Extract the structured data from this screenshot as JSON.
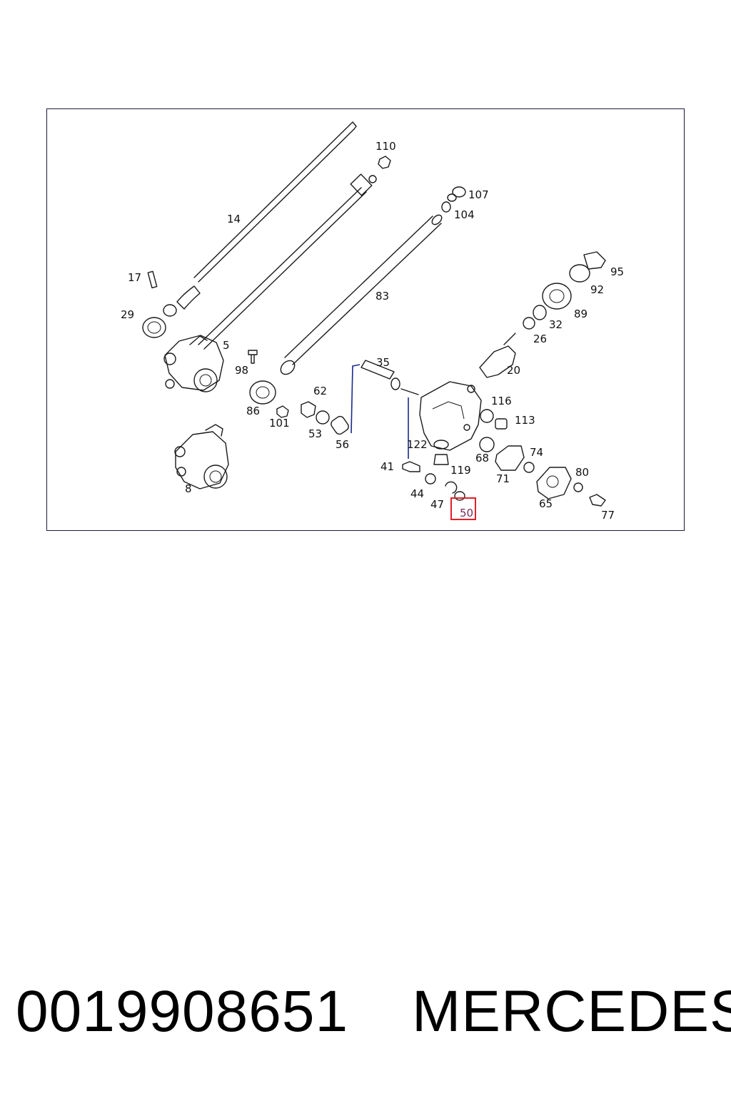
{
  "diagram": {
    "callouts": [
      "110",
      "14",
      "107",
      "104",
      "17",
      "95",
      "83",
      "92",
      "29",
      "89",
      "32",
      "5",
      "26",
      "35",
      "98",
      "62",
      "20",
      "116",
      "86",
      "113",
      "101",
      "53",
      "56",
      "122",
      "68",
      "74",
      "41",
      "119",
      "80",
      "71",
      "8",
      "44",
      "65",
      "47",
      "77",
      "50"
    ],
    "highlighted": "50"
  },
  "footer": {
    "part_number": "0019908651",
    "brand": "MERCEDES"
  },
  "colors": {
    "highlight_box": "#e0202a",
    "highlight_text": "#7a2a55",
    "frame": "#1a1a3a",
    "leader_lines": "#1a2a8a"
  }
}
